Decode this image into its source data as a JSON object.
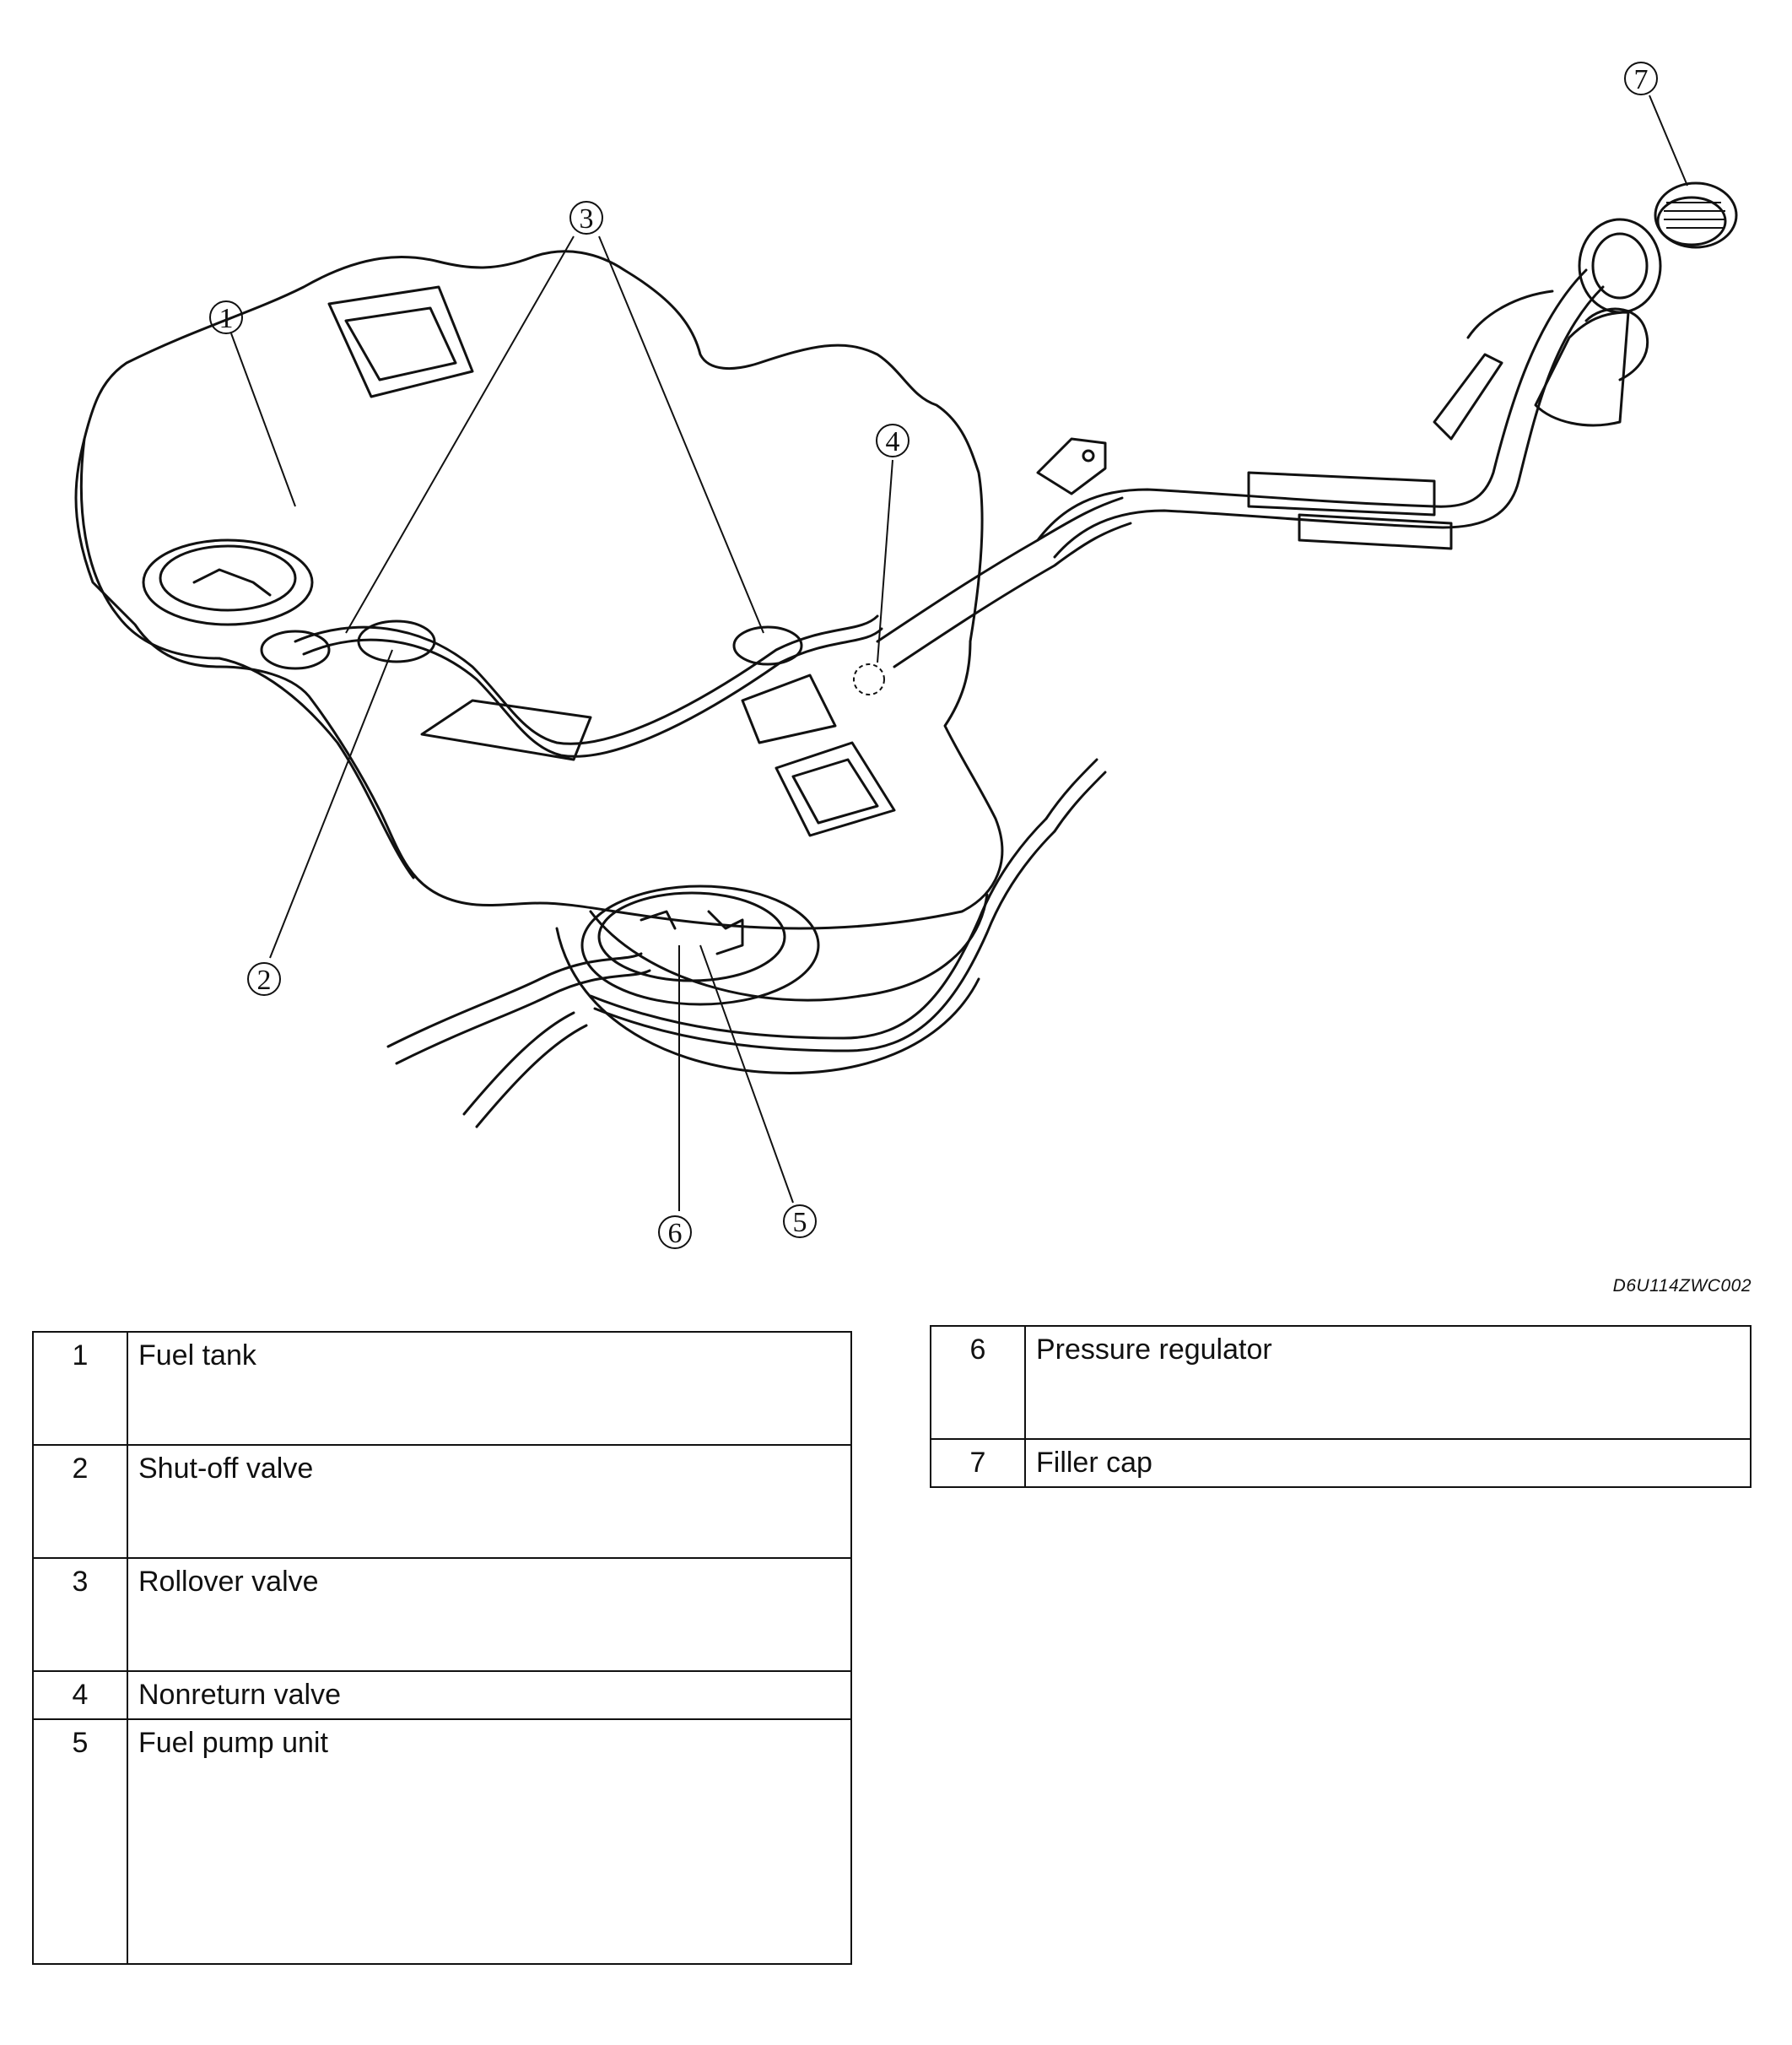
{
  "figure_code": "D6U114ZWC002",
  "callouts": [
    "1",
    "2",
    "3",
    "4",
    "5",
    "6",
    "7"
  ],
  "legend_left": [
    {
      "num": "1",
      "label": "Fuel tank"
    },
    {
      "num": "2",
      "label": "Shut-off valve"
    },
    {
      "num": "3",
      "label": "Rollover valve"
    },
    {
      "num": "4",
      "label": "Nonreturn valve"
    },
    {
      "num": "5",
      "label": "Fuel pump unit"
    }
  ],
  "legend_right": [
    {
      "num": "6",
      "label": "Pressure regulator"
    },
    {
      "num": "7",
      "label": "Filler cap"
    }
  ]
}
